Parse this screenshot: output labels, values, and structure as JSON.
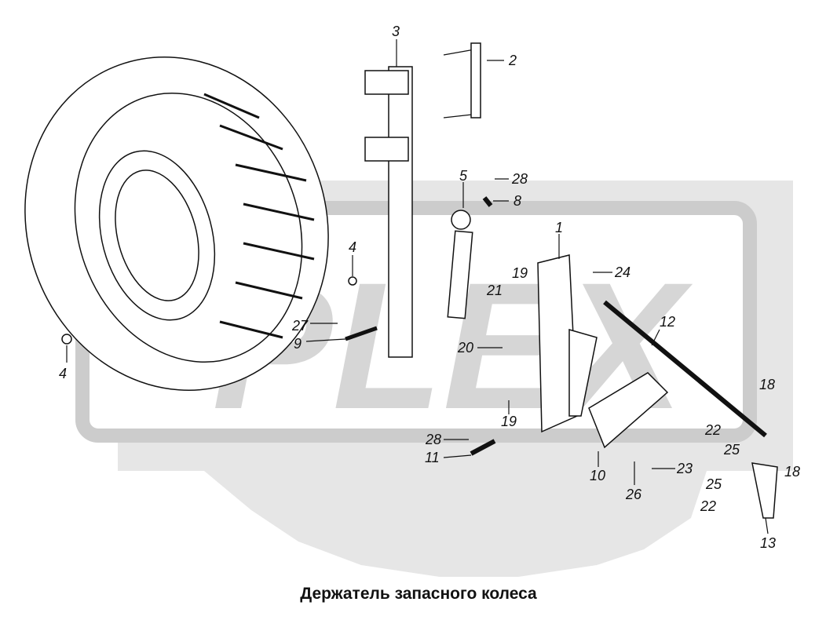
{
  "title": "Держатель запасного колеса",
  "watermark": "PLEX",
  "callouts": {
    "c3": "3",
    "c2": "2",
    "c28a": "28",
    "c8": "8",
    "c5": "5",
    "c1": "1",
    "c24": "24",
    "c19a": "19",
    "c21": "21",
    "c4a": "4",
    "c4b": "4",
    "c27": "27",
    "c9": "9",
    "c20": "20",
    "c12": "12",
    "c19b": "19",
    "c18a": "18",
    "c22a": "22",
    "c25a": "25",
    "c28b": "28",
    "c11": "11",
    "c23": "23",
    "c10": "10",
    "c26": "26",
    "c25b": "25",
    "c18b": "18",
    "c22b": "22",
    "c13": "13"
  }
}
